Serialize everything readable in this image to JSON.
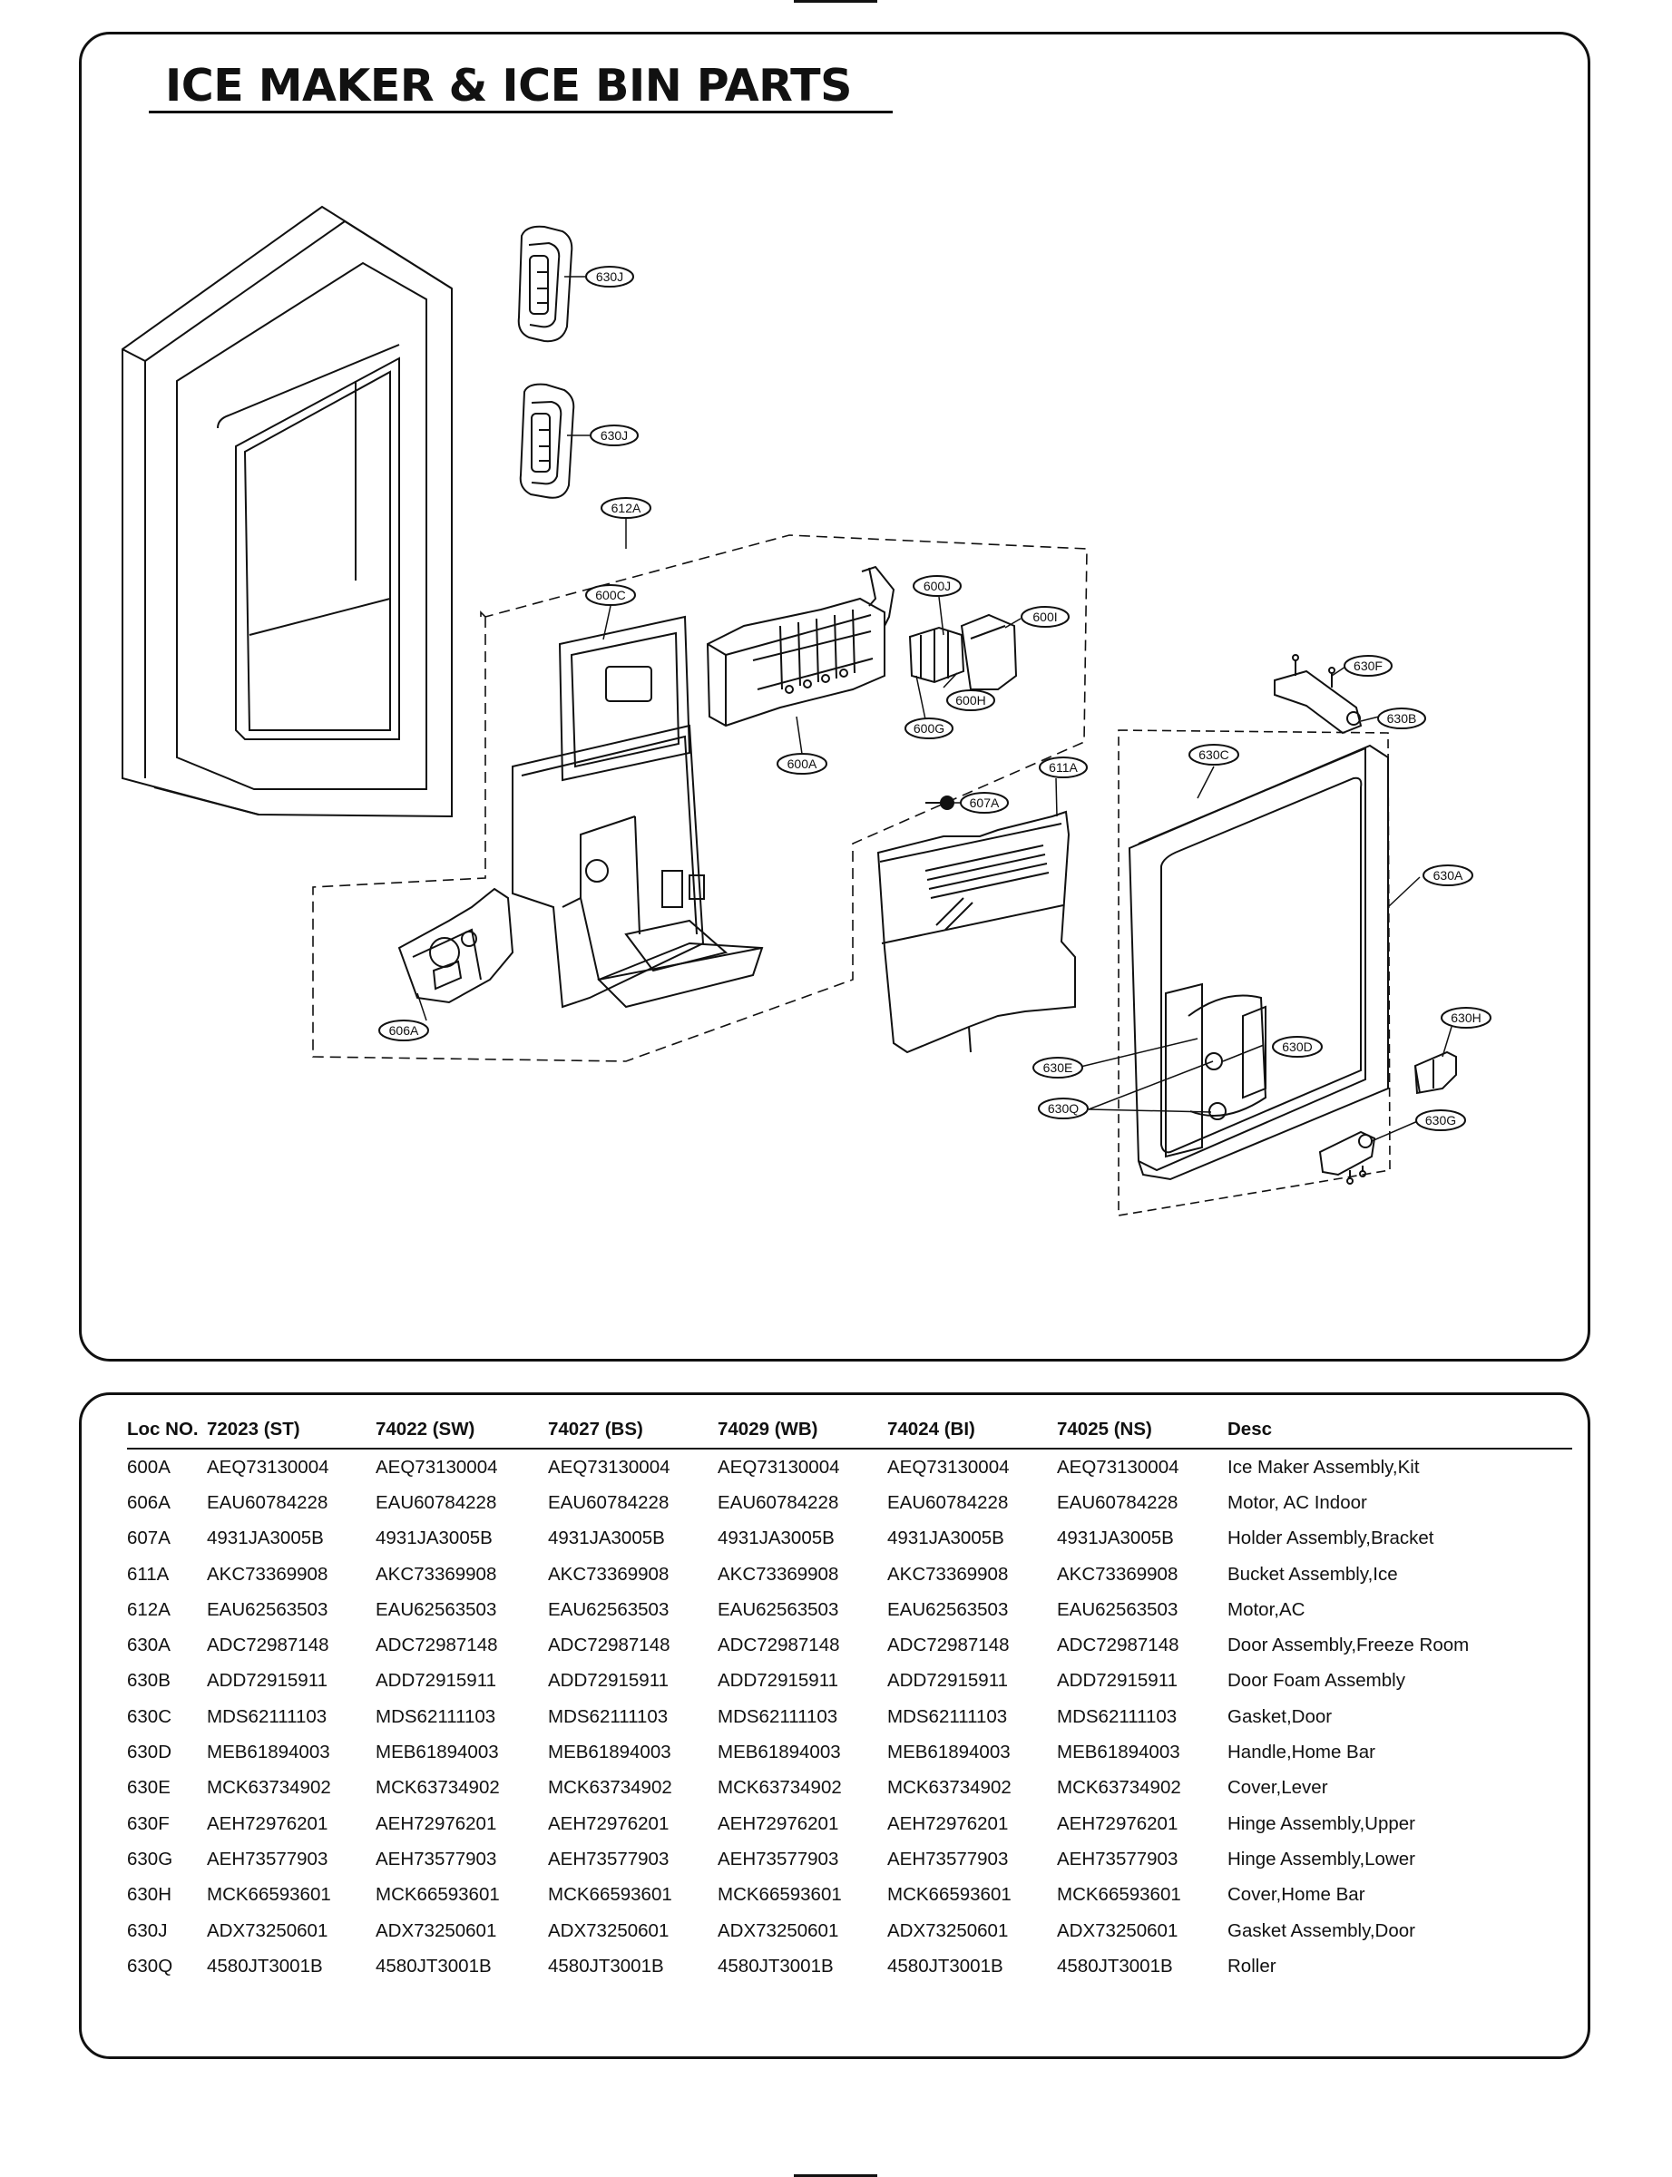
{
  "title": "ICE MAKER & ICE BIN PARTS",
  "callouts": {
    "c630J_1": "630J",
    "c630J_2": "630J",
    "c612A": "612A",
    "c600C": "600C",
    "c600J": "600J",
    "c600I": "600I",
    "c600H": "600H",
    "c600G": "600G",
    "c600A": "600A",
    "c611A": "611A",
    "c607A": "607A",
    "c606A": "606A",
    "c630C": "630C",
    "c630F": "630F",
    "c630B": "630B",
    "c630A": "630A",
    "c630H": "630H",
    "c630D": "630D",
    "c630E": "630E",
    "c630Q": "630Q",
    "c630G": "630G"
  },
  "table": {
    "headers": [
      "Loc NO.",
      "72023 (ST)",
      "74022 (SW)",
      "74027 (BS)",
      "74029 (WB)",
      "74024 (BI)",
      "74025 (NS)",
      "Desc"
    ],
    "rows": [
      [
        "600A",
        "AEQ73130004",
        "AEQ73130004",
        "AEQ73130004",
        "AEQ73130004",
        "AEQ73130004",
        "AEQ73130004",
        "Ice Maker Assembly,Kit"
      ],
      [
        "606A",
        "EAU60784228",
        "EAU60784228",
        "EAU60784228",
        "EAU60784228",
        "EAU60784228",
        "EAU60784228",
        "Motor, AC Indoor"
      ],
      [
        "607A",
        "4931JA3005B",
        "4931JA3005B",
        "4931JA3005B",
        "4931JA3005B",
        "4931JA3005B",
        "4931JA3005B",
        "Holder Assembly,Bracket"
      ],
      [
        "611A",
        "AKC73369908",
        "AKC73369908",
        "AKC73369908",
        "AKC73369908",
        "AKC73369908",
        "AKC73369908",
        "Bucket Assembly,Ice"
      ],
      [
        "612A",
        "EAU62563503",
        "EAU62563503",
        "EAU62563503",
        "EAU62563503",
        "EAU62563503",
        "EAU62563503",
        "Motor,AC"
      ],
      [
        "630A",
        "ADC72987148",
        "ADC72987148",
        "ADC72987148",
        "ADC72987148",
        "ADC72987148",
        "ADC72987148",
        "Door Assembly,Freeze Room"
      ],
      [
        "630B",
        "ADD72915911",
        "ADD72915911",
        "ADD72915911",
        "ADD72915911",
        "ADD72915911",
        "ADD72915911",
        "Door Foam Assembly"
      ],
      [
        "630C",
        "MDS62111103",
        "MDS62111103",
        "MDS62111103",
        "MDS62111103",
        "MDS62111103",
        "MDS62111103",
        "Gasket,Door"
      ],
      [
        "630D",
        "MEB61894003",
        "MEB61894003",
        "MEB61894003",
        "MEB61894003",
        "MEB61894003",
        "MEB61894003",
        "Handle,Home Bar"
      ],
      [
        "630E",
        "MCK63734902",
        "MCK63734902",
        "MCK63734902",
        "MCK63734902",
        "MCK63734902",
        "MCK63734902",
        "Cover,Lever"
      ],
      [
        "630F",
        "AEH72976201",
        "AEH72976201",
        "AEH72976201",
        "AEH72976201",
        "AEH72976201",
        "AEH72976201",
        "Hinge Assembly,Upper"
      ],
      [
        "630G",
        "AEH73577903",
        "AEH73577903",
        "AEH73577903",
        "AEH73577903",
        "AEH73577903",
        "AEH73577903",
        "Hinge Assembly,Lower"
      ],
      [
        "630H",
        "MCK66593601",
        "MCK66593601",
        "MCK66593601",
        "MCK66593601",
        "MCK66593601",
        "MCK66593601",
        "Cover,Home Bar"
      ],
      [
        "630J",
        "ADX73250601",
        "ADX73250601",
        "ADX73250601",
        "ADX73250601",
        "ADX73250601",
        "ADX73250601",
        "Gasket Assembly,Door"
      ],
      [
        "630Q",
        "4580JT3001B",
        "4580JT3001B",
        "4580JT3001B",
        "4580JT3001B",
        "4580JT3001B",
        "4580JT3001B",
        "Roller"
      ]
    ]
  }
}
